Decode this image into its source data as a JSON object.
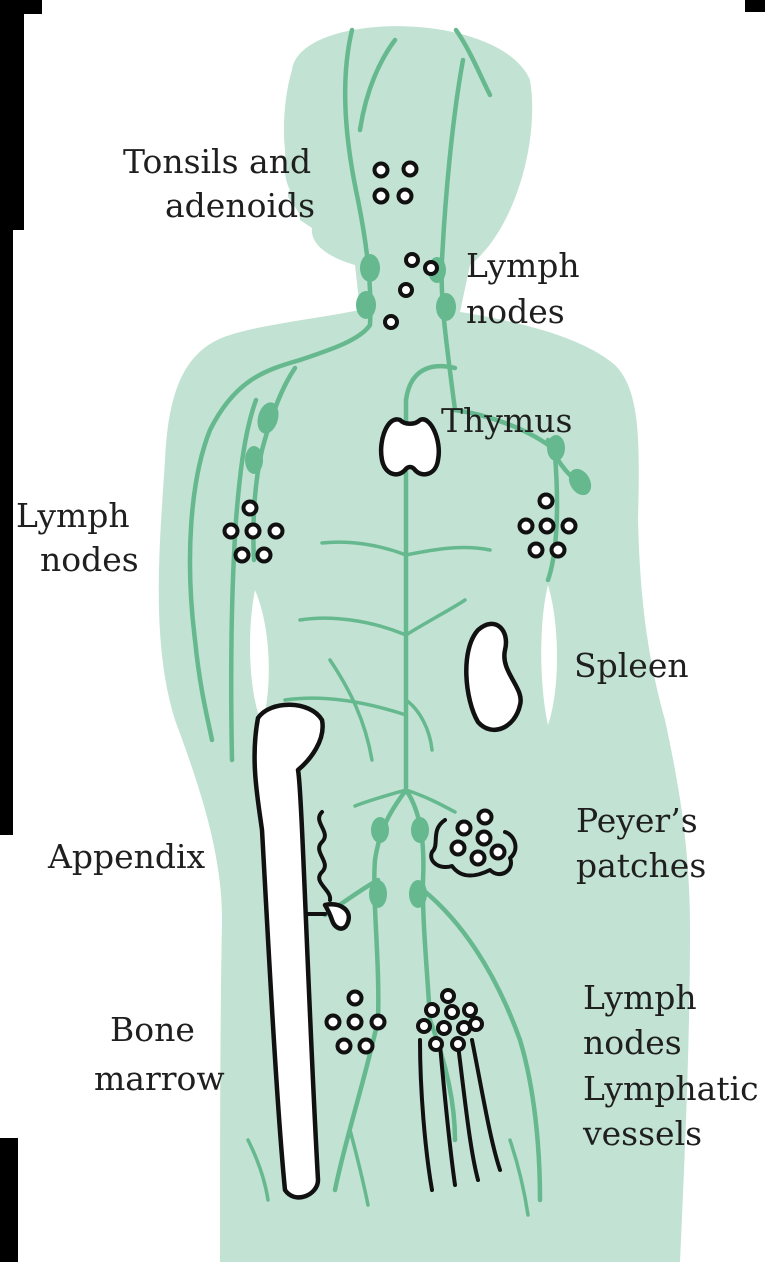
{
  "colors": {
    "body_fill": "#c2e2d3",
    "vessel": "#66b98e",
    "outline": "#111111",
    "frame": "#000000"
  },
  "labels": {
    "tonsils_line1": "Tonsils and",
    "tonsils_line2": "adenoids",
    "neck_nodes_line1": "Lymph",
    "neck_nodes_line2": "nodes",
    "thymus": "Thymus",
    "armpit_nodes_line1": "Lymph",
    "armpit_nodes_line2": "nodes",
    "spleen": "Spleen",
    "peyers_line1": "Peyer’s",
    "peyers_line2": "patches",
    "appendix": "Appendix",
    "bone_marrow_line1": "Bone",
    "bone_marrow_line2": "marrow",
    "groin_nodes_line1": "Lymph",
    "groin_nodes_line2": "nodes",
    "vessels_line1": "Lymphatic",
    "vessels_line2": "vessels"
  }
}
